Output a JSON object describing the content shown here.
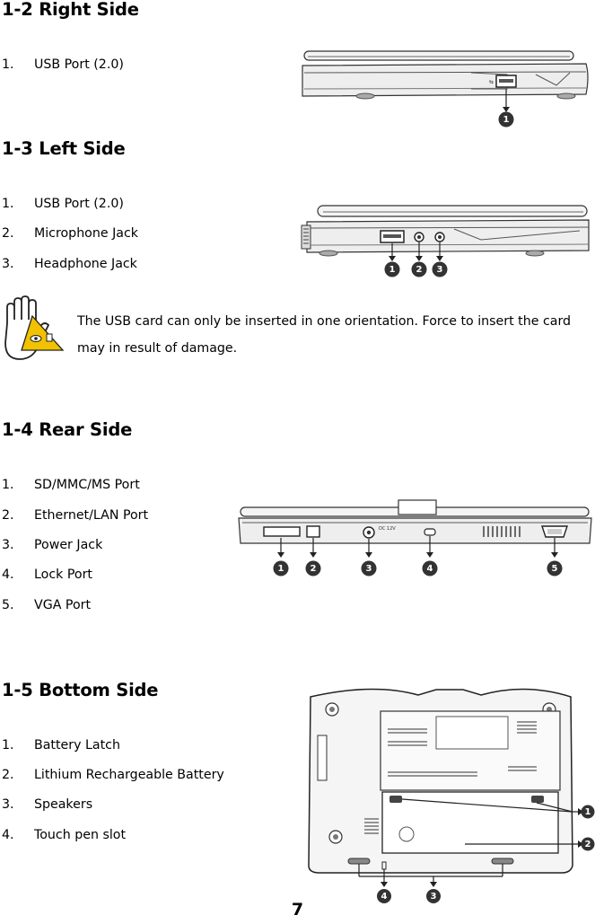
{
  "sections": [
    {
      "title": "1-2 Right Side",
      "items": [
        {
          "num": "1.",
          "label": "USB Port (2.0)"
        }
      ]
    },
    {
      "title": "1-3 Left Side",
      "items": [
        {
          "num": "1.",
          "label": "USB Port (2.0)"
        },
        {
          "num": "2.",
          "label": "Microphone Jack"
        },
        {
          "num": "3.",
          "label": "Headphone Jack"
        }
      ]
    },
    {
      "title": "1-4 Rear Side",
      "items": [
        {
          "num": "1.",
          "label": "SD/MMC/MS Port"
        },
        {
          "num": "2.",
          "label": "Ethernet/LAN Port"
        },
        {
          "num": "3.",
          "label": "Power Jack"
        },
        {
          "num": "4.",
          "label": "Lock Port"
        },
        {
          "num": "5.",
          "label": "VGA Port"
        }
      ]
    },
    {
      "title": "1-5 Bottom Side",
      "items": [
        {
          "num": "1.",
          "label": "Battery Latch"
        },
        {
          "num": "2.",
          "label": "Lithium Rechargeable Battery"
        },
        {
          "num": "3.",
          "label": "Speakers"
        },
        {
          "num": "4.",
          "label": "Touch pen slot"
        }
      ]
    }
  ],
  "note": {
    "text": "The USB card can only be inserted in one orientation. Force to insert the card may in result of damage.",
    "icon": "caution-hand-icon"
  },
  "callouts": {
    "right_side": [
      "1"
    ],
    "left_side": [
      "1",
      "2",
      "3"
    ],
    "rear_side": [
      "1",
      "2",
      "3",
      "4",
      "5"
    ],
    "bottom_side": [
      "1",
      "2",
      "3",
      "4"
    ]
  },
  "port_markings": {
    "power": "DC 12V"
  },
  "page_number": "7"
}
